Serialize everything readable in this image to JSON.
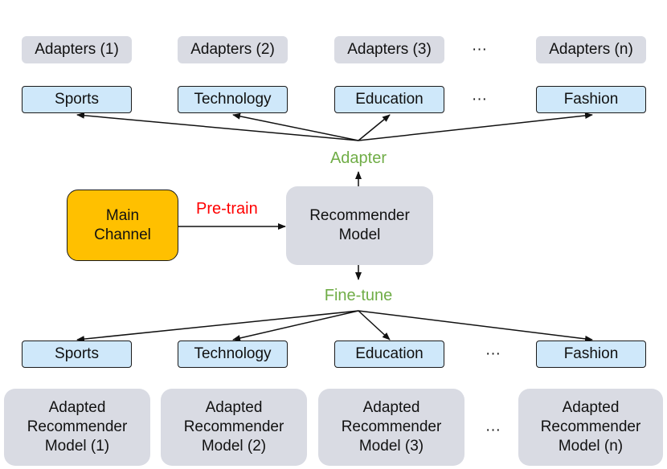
{
  "adapters": [
    "Adapters (1)",
    "Adapters (2)",
    "Adapters (3)",
    "Adapters (n)"
  ],
  "top_domains": [
    "Sports",
    "Technology",
    "Education",
    "Fashion"
  ],
  "bottom_domains": [
    "Sports",
    "Technology",
    "Education",
    "Fashion"
  ],
  "ellipsis": "···",
  "main_channel": "Main\nChannel",
  "pretrain_label": "Pre-train",
  "recommender": "Recommender\nModel",
  "adapter_label": "Adapter",
  "finetune_label": "Fine-tune",
  "adapted_models": [
    "Adapted\nRecommender\nModel (1)",
    "Adapted\nRecommender\nModel (2)",
    "Adapted\nRecommender\nModel (3)",
    "Adapted\nRecommender\nModel (n)"
  ],
  "colors": {
    "adapter_green": "#70ad47",
    "pretrain_red": "#ff0000",
    "main_channel_fill": "#ffc000",
    "domain_fill": "#cfe8fa",
    "model_fill": "#d9dbe3"
  }
}
